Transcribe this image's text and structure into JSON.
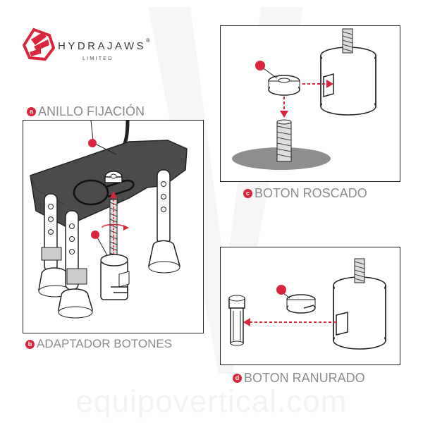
{
  "brand": {
    "name": "HYDRAJAWS",
    "registered": "®",
    "subtitle": "LIMITED",
    "logo_color": "#d9263d"
  },
  "watermark": {
    "text": "equipovertical.com"
  },
  "callouts": {
    "a": {
      "letter": "a",
      "title": "ANILLO FIJACIÓN"
    },
    "b": {
      "letter": "b",
      "title": "ADAPTADOR BOTONES"
    },
    "c": {
      "letter": "c",
      "title": "BOTON ROSCADO"
    },
    "d": {
      "letter": "d",
      "title": "BOTON RANURADO"
    }
  },
  "colors": {
    "accent_red": "#d9263d",
    "label_gray": "#8c8c8c",
    "plate_gray": "#4b4b4b"
  },
  "icons": [
    "hydrajaws-logo-icon",
    "arrow-icon"
  ]
}
